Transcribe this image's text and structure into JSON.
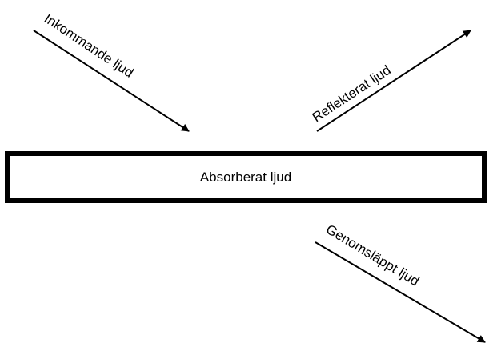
{
  "diagram": {
    "title": "",
    "material": {
      "label": "Absorberat ljud"
    },
    "arrows": [
      {
        "id": "incoming",
        "label": "Inkommande ljud",
        "direction": "toward-surface"
      },
      {
        "id": "reflected",
        "label": "Reflekterat ljud",
        "direction": "away-from-surface"
      },
      {
        "id": "transmitted",
        "label": "Genomsläppt ljud",
        "direction": "through-surface"
      }
    ],
    "colors": {
      "stroke": "#000000",
      "background": "#ffffff"
    }
  }
}
